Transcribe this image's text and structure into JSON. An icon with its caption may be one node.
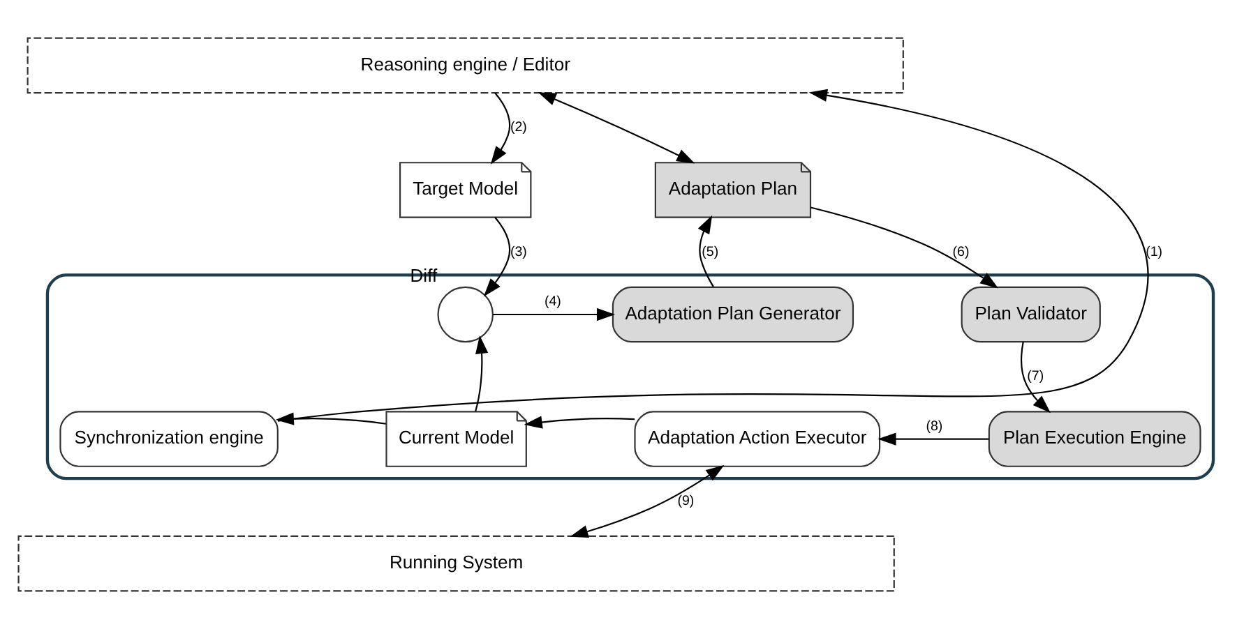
{
  "diagram": {
    "nodes": [
      {
        "text": [
          "Reasoning engine / Editor"
        ]
      },
      {
        "text": [
          "Running System"
        ]
      },
      {
        "text": [],
        "shape": "box"
      },
      {
        "text": [
          "Target Model"
        ]
      },
      {
        "text": [
          "Adaptation Plan"
        ]
      },
      {
        "text": [
          "Synchronization engine"
        ],
        "in": 2
      },
      {
        "text": [
          "Current Model"
        ],
        "in": 2
      },
      {
        "text": [],
        "shape": "circle",
        "beside": [
          "Diff"
        ],
        "in": 2
      },
      {
        "text": [
          "Adaptation Plan Generator"
        ],
        "in": 2
      },
      {
        "text": [
          "Plan Validator"
        ],
        "in": 2
      },
      {
        "text": [
          "Plan Execution Engine"
        ],
        "in": 2
      },
      {
        "text": [
          "Adaptation Action Executor"
        ],
        "in": 2
      }
    ],
    "edges": [
      {
        "from": 5,
        "to": 0,
        "arrow": "to",
        "label": "(1)"
      },
      {
        "from": 0,
        "to": 3,
        "arrow": "to",
        "label": "(2)"
      },
      {
        "from": 3,
        "to": 7,
        "arrow": "to",
        "label": "(3)"
      },
      {
        "from": 6,
        "to": 7,
        "arrow": "to"
      },
      {
        "from": 7,
        "to": 8,
        "arrow": "to",
        "label": "(4)"
      },
      {
        "from": 8,
        "to": 4,
        "arrow": "to",
        "label": "(5)"
      },
      {
        "from": 4,
        "to": 9,
        "arrow": "to",
        "label": "(6)"
      },
      {
        "from": 9,
        "to": 10,
        "arrow": "to",
        "label": "(7)"
      },
      {
        "from": 10,
        "to": 11,
        "arrow": "to",
        "label": "(8)"
      },
      {
        "from": 11,
        "to": 1,
        "arrow": "both",
        "label": "(9)"
      },
      {
        "from": 0,
        "to": 4,
        "arrow": "both"
      },
      {
        "from": 6,
        "to": 5,
        "arrow": "to"
      },
      {
        "from": 11,
        "to": 6,
        "arrow": "to"
      }
    ]
  }
}
